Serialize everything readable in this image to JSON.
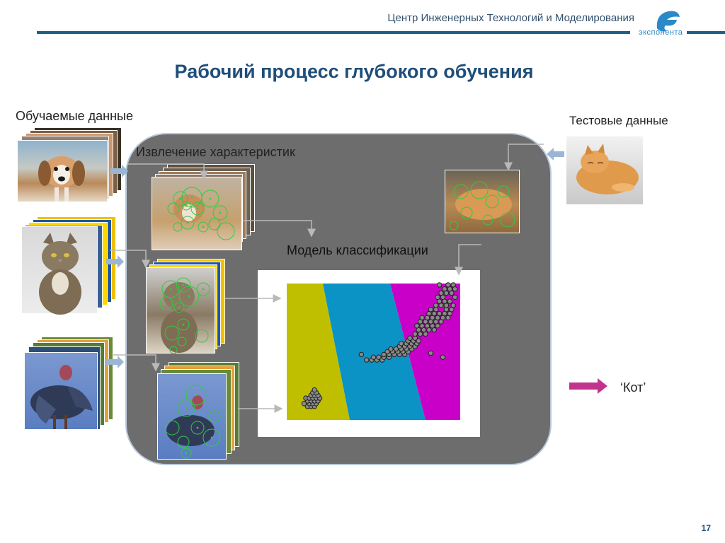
{
  "header": {
    "org": "Центр Инженерных Технологий и Моделирования",
    "logo_text": "экспонента",
    "logo_color": "#2a89c6",
    "line_color": "#1f5f86"
  },
  "title": "Рабочий процесс глубокого обучения",
  "labels": {
    "training": "Обучаемые данные",
    "test": "Тестовые данные",
    "features": "Извлечение характеристик",
    "model": "Модель классификации",
    "result": "‘Кот’"
  },
  "page_number": "17",
  "icons": {
    "logo": "exponenta-e-icon",
    "result_arrow": "arrow-right-magenta-icon"
  },
  "colors": {
    "panel": "#6d6d6d",
    "region_1": "#bfbf00",
    "region_2": "#0b93c5",
    "region_3": "#c800c8",
    "result_arrow": "#c2338e",
    "input_arrow": "#9ab6d4",
    "feature_circles": "#2ecc40"
  },
  "chart_data": {
    "type": "scatter",
    "regions": [
      "region_1",
      "region_2",
      "region_3"
    ],
    "series": [
      {
        "values": [
          [
            1.2,
            1.0
          ],
          [
            1.4,
            1.0
          ],
          [
            1.6,
            1.0
          ],
          [
            1.0,
            1.2
          ],
          [
            1.3,
            1.2
          ],
          [
            1.5,
            1.2
          ],
          [
            1.7,
            1.2
          ],
          [
            1.2,
            1.4
          ],
          [
            1.4,
            1.4
          ],
          [
            1.6,
            1.4
          ],
          [
            1.8,
            1.4
          ],
          [
            1.1,
            1.6
          ],
          [
            1.3,
            1.6
          ],
          [
            1.5,
            1.6
          ],
          [
            1.7,
            1.6
          ],
          [
            1.9,
            1.6
          ],
          [
            1.4,
            1.8
          ],
          [
            1.6,
            1.8
          ],
          [
            1.8,
            1.8
          ],
          [
            1.5,
            2.0
          ],
          [
            1.7,
            2.0
          ],
          [
            1.6,
            2.2
          ]
        ]
      },
      {
        "values": [
          [
            4.6,
            4.4
          ],
          [
            4.9,
            4.4
          ],
          [
            5.2,
            4.4
          ],
          [
            5.5,
            4.4
          ],
          [
            5.0,
            4.6
          ],
          [
            5.3,
            4.6
          ],
          [
            5.6,
            4.6
          ],
          [
            5.9,
            4.6
          ],
          [
            4.3,
            4.8
          ],
          [
            5.6,
            4.8
          ],
          [
            5.9,
            4.8
          ],
          [
            6.2,
            4.8
          ],
          [
            6.5,
            4.8
          ],
          [
            6.8,
            4.8
          ],
          [
            5.8,
            5.0
          ],
          [
            6.1,
            5.0
          ],
          [
            6.4,
            5.0
          ],
          [
            6.7,
            5.0
          ],
          [
            7.0,
            5.0
          ],
          [
            6.0,
            5.2
          ],
          [
            6.3,
            5.2
          ],
          [
            6.6,
            5.2
          ],
          [
            6.9,
            5.2
          ],
          [
            7.2,
            5.2
          ],
          [
            6.5,
            5.4
          ],
          [
            6.8,
            5.4
          ],
          [
            7.1,
            5.4
          ],
          [
            7.4,
            5.4
          ],
          [
            6.6,
            5.6
          ],
          [
            6.9,
            5.6
          ],
          [
            7.2,
            5.6
          ],
          [
            7.5,
            5.6
          ],
          [
            7.0,
            5.8
          ],
          [
            7.3,
            5.8
          ],
          [
            7.6,
            5.8
          ],
          [
            7.1,
            6.0
          ],
          [
            7.4,
            6.0
          ]
        ]
      },
      {
        "values": [
          [
            7.4,
            6.3
          ],
          [
            7.7,
            6.3
          ],
          [
            8.0,
            6.3
          ],
          [
            7.6,
            6.6
          ],
          [
            7.9,
            6.6
          ],
          [
            8.2,
            6.6
          ],
          [
            8.5,
            6.6
          ],
          [
            7.5,
            6.9
          ],
          [
            7.8,
            6.9
          ],
          [
            8.1,
            6.9
          ],
          [
            8.4,
            6.9
          ],
          [
            8.7,
            6.9
          ],
          [
            7.7,
            7.2
          ],
          [
            8.0,
            7.2
          ],
          [
            8.3,
            7.2
          ],
          [
            8.6,
            7.2
          ],
          [
            8.9,
            7.2
          ],
          [
            7.8,
            7.5
          ],
          [
            8.1,
            7.5
          ],
          [
            8.4,
            7.5
          ],
          [
            8.7,
            7.5
          ],
          [
            9.0,
            7.5
          ],
          [
            9.3,
            7.5
          ],
          [
            8.2,
            7.8
          ],
          [
            8.5,
            7.8
          ],
          [
            8.8,
            7.8
          ],
          [
            9.1,
            7.8
          ],
          [
            9.4,
            7.8
          ],
          [
            8.3,
            8.1
          ],
          [
            8.6,
            8.1
          ],
          [
            9.2,
            8.1
          ],
          [
            9.5,
            8.1
          ],
          [
            8.6,
            8.4
          ],
          [
            8.9,
            8.4
          ],
          [
            9.2,
            8.4
          ],
          [
            9.6,
            8.4
          ],
          [
            8.8,
            8.7
          ],
          [
            9.1,
            8.7
          ],
          [
            9.4,
            8.7
          ],
          [
            8.7,
            9.0
          ],
          [
            9.0,
            9.0
          ],
          [
            9.7,
            9.0
          ],
          [
            8.9,
            9.3
          ],
          [
            9.2,
            9.3
          ],
          [
            9.5,
            9.3
          ],
          [
            9.1,
            9.6
          ],
          [
            9.4,
            9.6
          ],
          [
            9.7,
            9.6
          ],
          [
            8.8,
            9.9
          ],
          [
            9.3,
            9.9
          ],
          [
            9.6,
            9.9
          ],
          [
            9.0,
            4.6
          ],
          [
            8.3,
            4.9
          ]
        ]
      }
    ],
    "xlim": [
      0,
      10
    ],
    "ylim": [
      0,
      10
    ],
    "grid": false,
    "legend": "none"
  }
}
